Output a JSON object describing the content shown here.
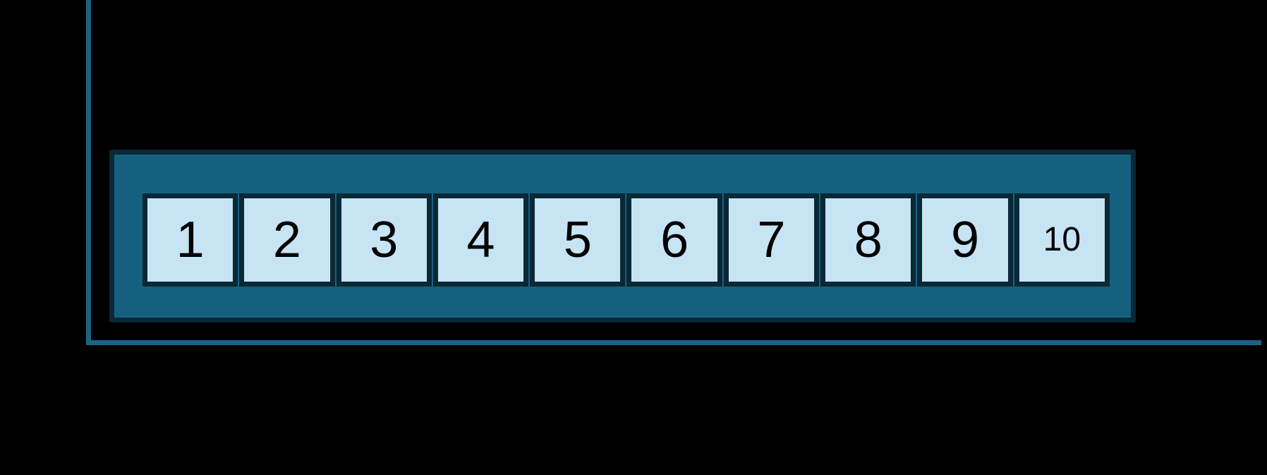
{
  "colors": {
    "background": "#000000",
    "axis": "#1b6384",
    "container_fill": "#16607f",
    "container_border": "#0a2836",
    "cell_fill": "#c6e4f4",
    "cell_border": "#0a2836",
    "cell_text": "#000000"
  },
  "array": {
    "cells": [
      "1",
      "2",
      "3",
      "4",
      "5",
      "6",
      "7",
      "8",
      "9",
      "10"
    ]
  }
}
